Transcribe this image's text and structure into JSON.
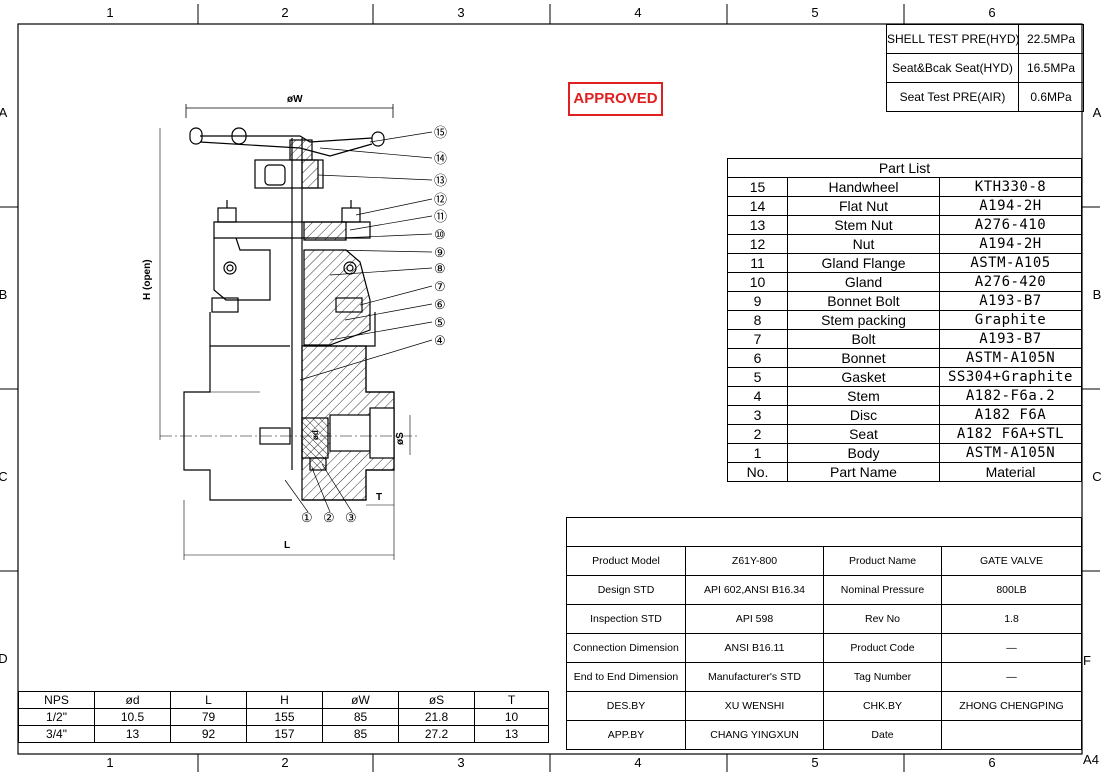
{
  "frame": {
    "top_columns": [
      "1",
      "2",
      "3",
      "4",
      "5",
      "6"
    ],
    "bottom_columns": [
      "1",
      "2",
      "3",
      "4",
      "5",
      "6"
    ],
    "left_rows": [
      "A",
      "B",
      "C",
      "D"
    ],
    "right_rows": [
      "A",
      "B",
      "C",
      "F"
    ],
    "sheet_size": "A4"
  },
  "stamp": {
    "text": "APPROVED",
    "color": "#e02020"
  },
  "test_pressure": [
    {
      "label": "SHELL TEST PRE(HYD)",
      "value": "22.5MPa"
    },
    {
      "label": "Seat&Bcak Seat(HYD)",
      "value": "16.5MPa"
    },
    {
      "label": "Seat Test PRE(AIR)",
      "value": "0.6MPa"
    }
  ],
  "part_list": {
    "title": "Part List",
    "rows": [
      {
        "no": "15",
        "name": "Handwheel",
        "material": "KTH330-8"
      },
      {
        "no": "14",
        "name": "Flat Nut",
        "material": "A194-2H"
      },
      {
        "no": "13",
        "name": "Stem Nut",
        "material": "A276-410"
      },
      {
        "no": "12",
        "name": "Nut",
        "material": "A194-2H"
      },
      {
        "no": "11",
        "name": "Gland Flange",
        "material": "ASTM-A105"
      },
      {
        "no": "10",
        "name": "Gland",
        "material": "A276-420"
      },
      {
        "no": "9",
        "name": "Bonnet Bolt",
        "material": "A193-B7"
      },
      {
        "no": "8",
        "name": "Stem packing",
        "material": "Graphite"
      },
      {
        "no": "7",
        "name": "Bolt",
        "material": "A193-B7"
      },
      {
        "no": "6",
        "name": "Bonnet",
        "material": "ASTM-A105N"
      },
      {
        "no": "5",
        "name": "Gasket",
        "material": "SS304+Graphite"
      },
      {
        "no": "4",
        "name": "Stem",
        "material": "A182-F6a.2"
      },
      {
        "no": "3",
        "name": "Disc",
        "material": "A182  F6A"
      },
      {
        "no": "2",
        "name": "Seat",
        "material": "A182  F6A+STL"
      },
      {
        "no": "1",
        "name": "Body",
        "material": "ASTM-A105N"
      }
    ],
    "header": {
      "no": "No.",
      "name": "Part Name",
      "material": "Material"
    }
  },
  "product_info": {
    "rows": [
      [
        "Product Model",
        "Z61Y-800",
        "Product Name",
        "GATE VALVE"
      ],
      [
        "Design STD",
        "API 602,ANSI B16.34",
        "Nominal Pressure",
        "800LB"
      ],
      [
        "Inspection STD",
        "API  598",
        "Rev No",
        "1.8"
      ],
      [
        "Connection Dimension",
        "ANSI  B16.11",
        "Product Code",
        "—"
      ],
      [
        "End to End Dimension",
        "Manufacturer's STD",
        "Tag Number",
        "—"
      ],
      [
        "DES.BY",
        "XU WENSHI",
        "CHK.BY",
        "ZHONG CHENGPING"
      ],
      [
        "APP.BY",
        "CHANG YINGXUN",
        "Date",
        ""
      ]
    ]
  },
  "dimensions": {
    "headers": [
      "NPS",
      "ød",
      "L",
      "H",
      "øW",
      "øS",
      "T"
    ],
    "rows": [
      [
        "1/2\"",
        "10.5",
        "79",
        "155",
        "85",
        "21.8",
        "10"
      ],
      [
        "3/4\"",
        "13",
        "92",
        "157",
        "85",
        "27.2",
        "13"
      ]
    ]
  },
  "drawing": {
    "dim_labels": {
      "W": "øW",
      "H": "H (open)",
      "L": "L",
      "S": "øS",
      "T": "T",
      "d": "ød"
    },
    "balloons": [
      "①",
      "②",
      "③",
      "④",
      "⑤",
      "⑥",
      "⑦",
      "⑧",
      "⑨",
      "⑩",
      "⑪",
      "⑫",
      "⑬",
      "⑭",
      "⑮"
    ]
  }
}
